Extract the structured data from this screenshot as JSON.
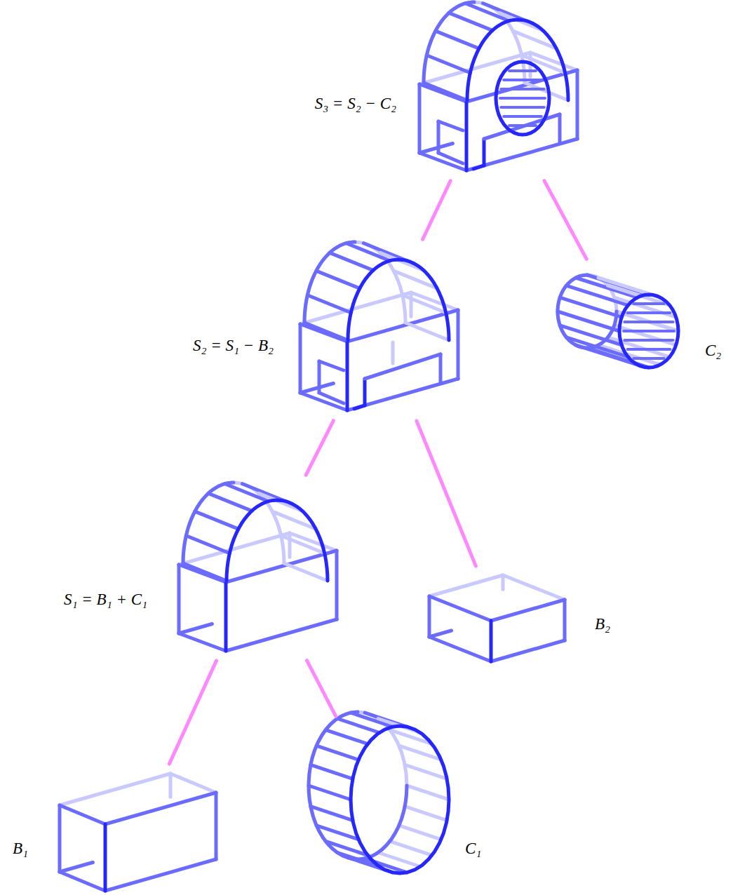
{
  "diagram": {
    "nodes": [
      {
        "text": [
          "S₃ = S₂ − C₂"
        ]
      },
      {
        "text": [
          "S₂ = S₁ − B₂"
        ]
      },
      {
        "text": [
          "C₂"
        ]
      },
      {
        "text": [
          "S₁ = B₁ + C₁"
        ]
      },
      {
        "text": [
          "B₂"
        ]
      },
      {
        "text": [
          "B₁"
        ]
      },
      {
        "text": [
          "C₁"
        ]
      }
    ],
    "edges": [
      {
        "from": 0,
        "to": 1,
        "arrow": "none"
      },
      {
        "from": 0,
        "to": 2,
        "arrow": "none"
      },
      {
        "from": 1,
        "to": 3,
        "arrow": "none"
      },
      {
        "from": 1,
        "to": 4,
        "arrow": "none"
      },
      {
        "from": 3,
        "to": 5,
        "arrow": "none"
      },
      {
        "from": 3,
        "to": 6,
        "arrow": "none"
      }
    ]
  }
}
